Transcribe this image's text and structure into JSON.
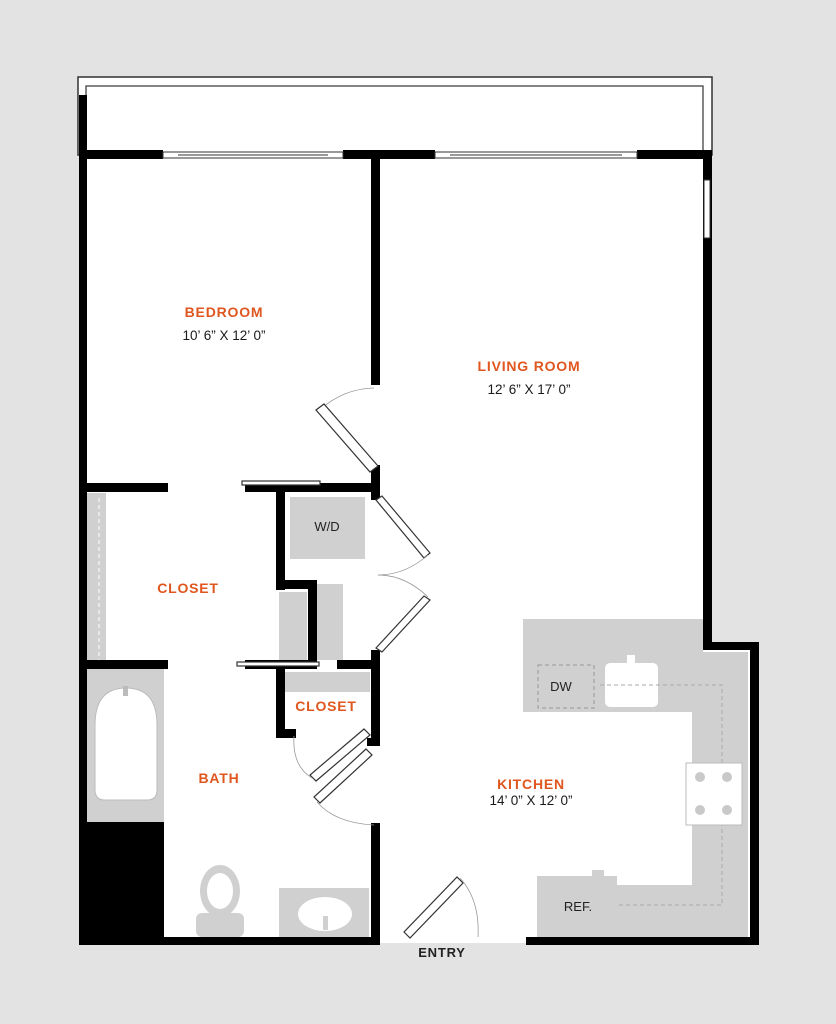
{
  "colors": {
    "background": "#e3e3e3",
    "wall": "#000000",
    "floor": "#ffffff",
    "fixture": "#d0d0d0",
    "room_label": "#e0561f",
    "text": "#1a1a1a"
  },
  "rooms": {
    "bedroom": {
      "name": "BEDROOM",
      "dimensions": "10’ 6” X 12’ 0”"
    },
    "living_room": {
      "name": "LIVING ROOM",
      "dimensions": "12’ 6” X 17’ 0”"
    },
    "kitchen": {
      "name": "KITCHEN",
      "dimensions": "14’ 0” X 12’ 0”"
    },
    "closet_main": {
      "name": "CLOSET"
    },
    "closet_small": {
      "name": "CLOSET"
    },
    "bath": {
      "name": "BATH"
    }
  },
  "fixtures": {
    "washer_dryer": "W/D",
    "dishwasher": "DW",
    "refrigerator": "REF."
  },
  "entry": "ENTRY"
}
